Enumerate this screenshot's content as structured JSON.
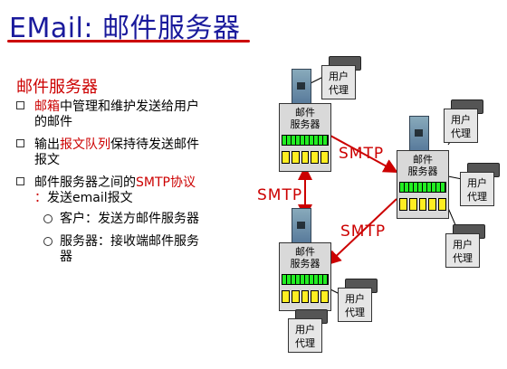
{
  "title": "EMail: 邮件服务器",
  "heading": "邮件服务器",
  "bullets": [
    {
      "red": "邮箱",
      "rest": "中管理和维护发送给用户",
      "cont": "的邮件"
    },
    {
      "pre": "输出",
      "red": "报文队列",
      "rest": "保持待发送邮件",
      "cont": "报文"
    },
    {
      "pre": "邮件服务器之间的",
      "red": "SMTP协议",
      "colon": "：",
      "rest": "发送email报文"
    }
  ],
  "subbullets": [
    {
      "line1": "客户：发送方邮件服务器"
    },
    {
      "line1": "服务器：接收端邮件服务",
      "line2": "器"
    }
  ],
  "diagram": {
    "server_label_1": "邮件",
    "server_label_2": "服务器",
    "user_agent_1": "用户",
    "user_agent_2": "代理",
    "smtp": "SMTP"
  },
  "colors": {
    "title": "#1a1a9c",
    "accent": "#cc0000",
    "queue": "#22ee22",
    "slots": "#ffee22"
  }
}
